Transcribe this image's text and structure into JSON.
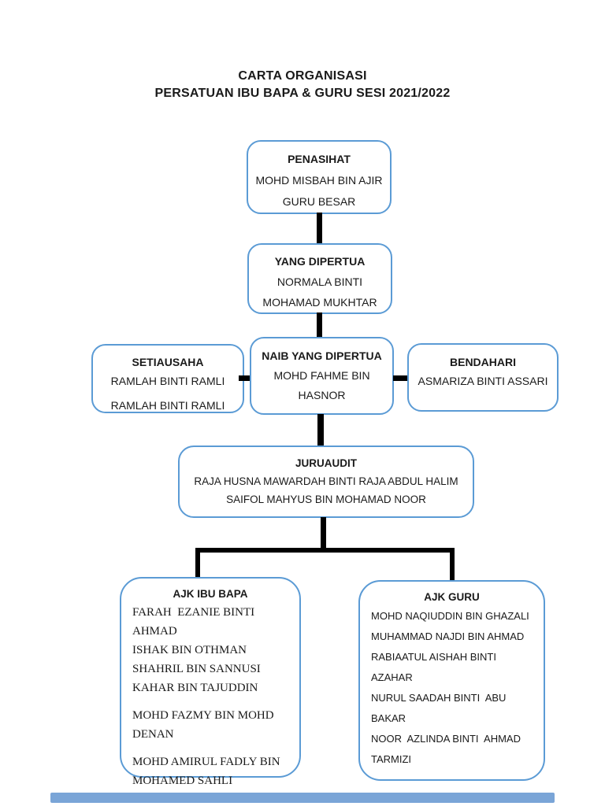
{
  "title": {
    "line1": "CARTA ORGANISASI",
    "line2": "PERSATUAN IBU BAPA & GURU SESI 2021/2022"
  },
  "nodes": {
    "penasihat": {
      "title": "PENASIHAT",
      "line1": "MOHD MISBAH BIN AJIR",
      "line2": "GURU BESAR"
    },
    "yang_dipertua": {
      "title": "YANG DIPERTUA",
      "line1": "NORMALA BINTI",
      "line2": "MOHAMAD MUKHTAR"
    },
    "setiausaha": {
      "title": "SETIAUSAHA",
      "line1": "RAMLAH BINTI RAMLI",
      "line2": "RAMLAH BINTI RAMLI"
    },
    "naib_yang_dipertua": {
      "title": "NAIB YANG DIPERTUA",
      "line1": "MOHD FAHME BIN",
      "line2": "HASNOR"
    },
    "bendahari": {
      "title": "BENDAHARI",
      "line1": "ASMARIZA BINTI ASSARI"
    },
    "juruaudit": {
      "title": "JURUAUDIT",
      "line1": "RAJA HUSNA MAWARDAH BINTI RAJA ABDUL HALIM",
      "line2": "SAIFOL MAHYUS BIN MOHAMAD NOOR"
    },
    "ajk_ibu_bapa": {
      "title": "AJK IBU BAPA",
      "names": [
        "FARAH  EZANIE BINTI AHMAD",
        "ISHAK BIN OTHMAN",
        "SHAHRIL BIN SANNUSI",
        "KAHAR BIN TAJUDDIN",
        "MOHD FAZMY BIN MOHD DENAN",
        "MOHD AMIRUL FADLY BIN MOHAMED SAHLI"
      ]
    },
    "ajk_guru": {
      "title": "AJK GURU",
      "names": [
        "MOHD NAQIUDDIN BIN GHAZALI",
        "MUHAMMAD NAJDI BIN AHMAD",
        "RABIAATUL AISHAH BINTI AZAHAR",
        "NURUL SAADAH BINTI  ABU BAKAR",
        "NOOR  AZLINDA BINTI  AHMAD TARMIZI"
      ]
    }
  },
  "colors": {
    "box_border": "#5b9bd5",
    "connector": "#000000",
    "footer_bar": "#7aa5d7"
  }
}
